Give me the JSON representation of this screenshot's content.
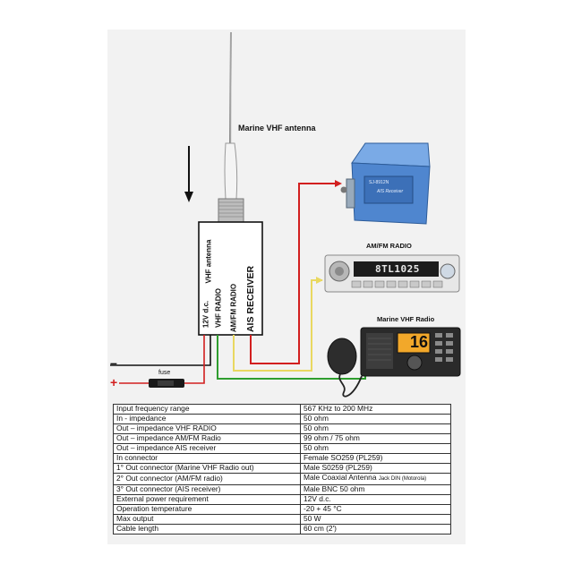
{
  "labels": {
    "antenna": "Marine VHF antenna",
    "amfm_radio": "AM/FM RADIO",
    "vhf_radio": "Marine VHF Radio",
    "fuse": "fuse",
    "plus": "+",
    "minus": "–",
    "box_vhf_antenna": "VHF antenna",
    "box_12v": "12V d.c.",
    "box_vhf_radio": "VHF RADIO",
    "box_amfm_radio": "AM/FM RADIO",
    "box_ais": "AIS RECEIVER",
    "ais_device_model": "SJ-8912N",
    "ais_device_label": "AIS Receiver",
    "radio_display": "8TL1025",
    "vhf_channel": "16"
  },
  "colors": {
    "red_wire": "#d21f1f",
    "yellow_wire": "#e9d860",
    "green_wire": "#2f9e2f",
    "ais_device": "#4f86cf"
  },
  "specs": [
    {
      "label": "Input frequency range",
      "value": "567 KHz to 200 MHz"
    },
    {
      "label": "In - impedance",
      "value": "50 ohm"
    },
    {
      "label": "Out – impedance VHF RADIO",
      "value": "50 ohm"
    },
    {
      "label": "Out – impedance AM/FM Radio",
      "value": "99 ohm / 75 ohm"
    },
    {
      "label": "Out – impedance AIS receiver",
      "value": "50 ohm"
    },
    {
      "label": "In connector",
      "value": "Female SO259 (PL259)"
    },
    {
      "label": "1° Out connector (Marine VHF Radio out)",
      "value": "Male S0259 (PL259)"
    },
    {
      "label": "2° Out connector (AM/FM radio)",
      "value": "Male Coaxial Antenna",
      "note": "Jack DIN (Motorola)"
    },
    {
      "label": "3° Out connector (AIS receiver)",
      "value": "Male BNC 50 ohm"
    },
    {
      "label": "External power requirement",
      "value": "12V d.c."
    },
    {
      "label": "Operation temperature",
      "value": "-20 + 45 °C"
    },
    {
      "label": "Max output",
      "value": "50 W"
    },
    {
      "label": "Cable length",
      "value": "60 cm (2')"
    }
  ]
}
